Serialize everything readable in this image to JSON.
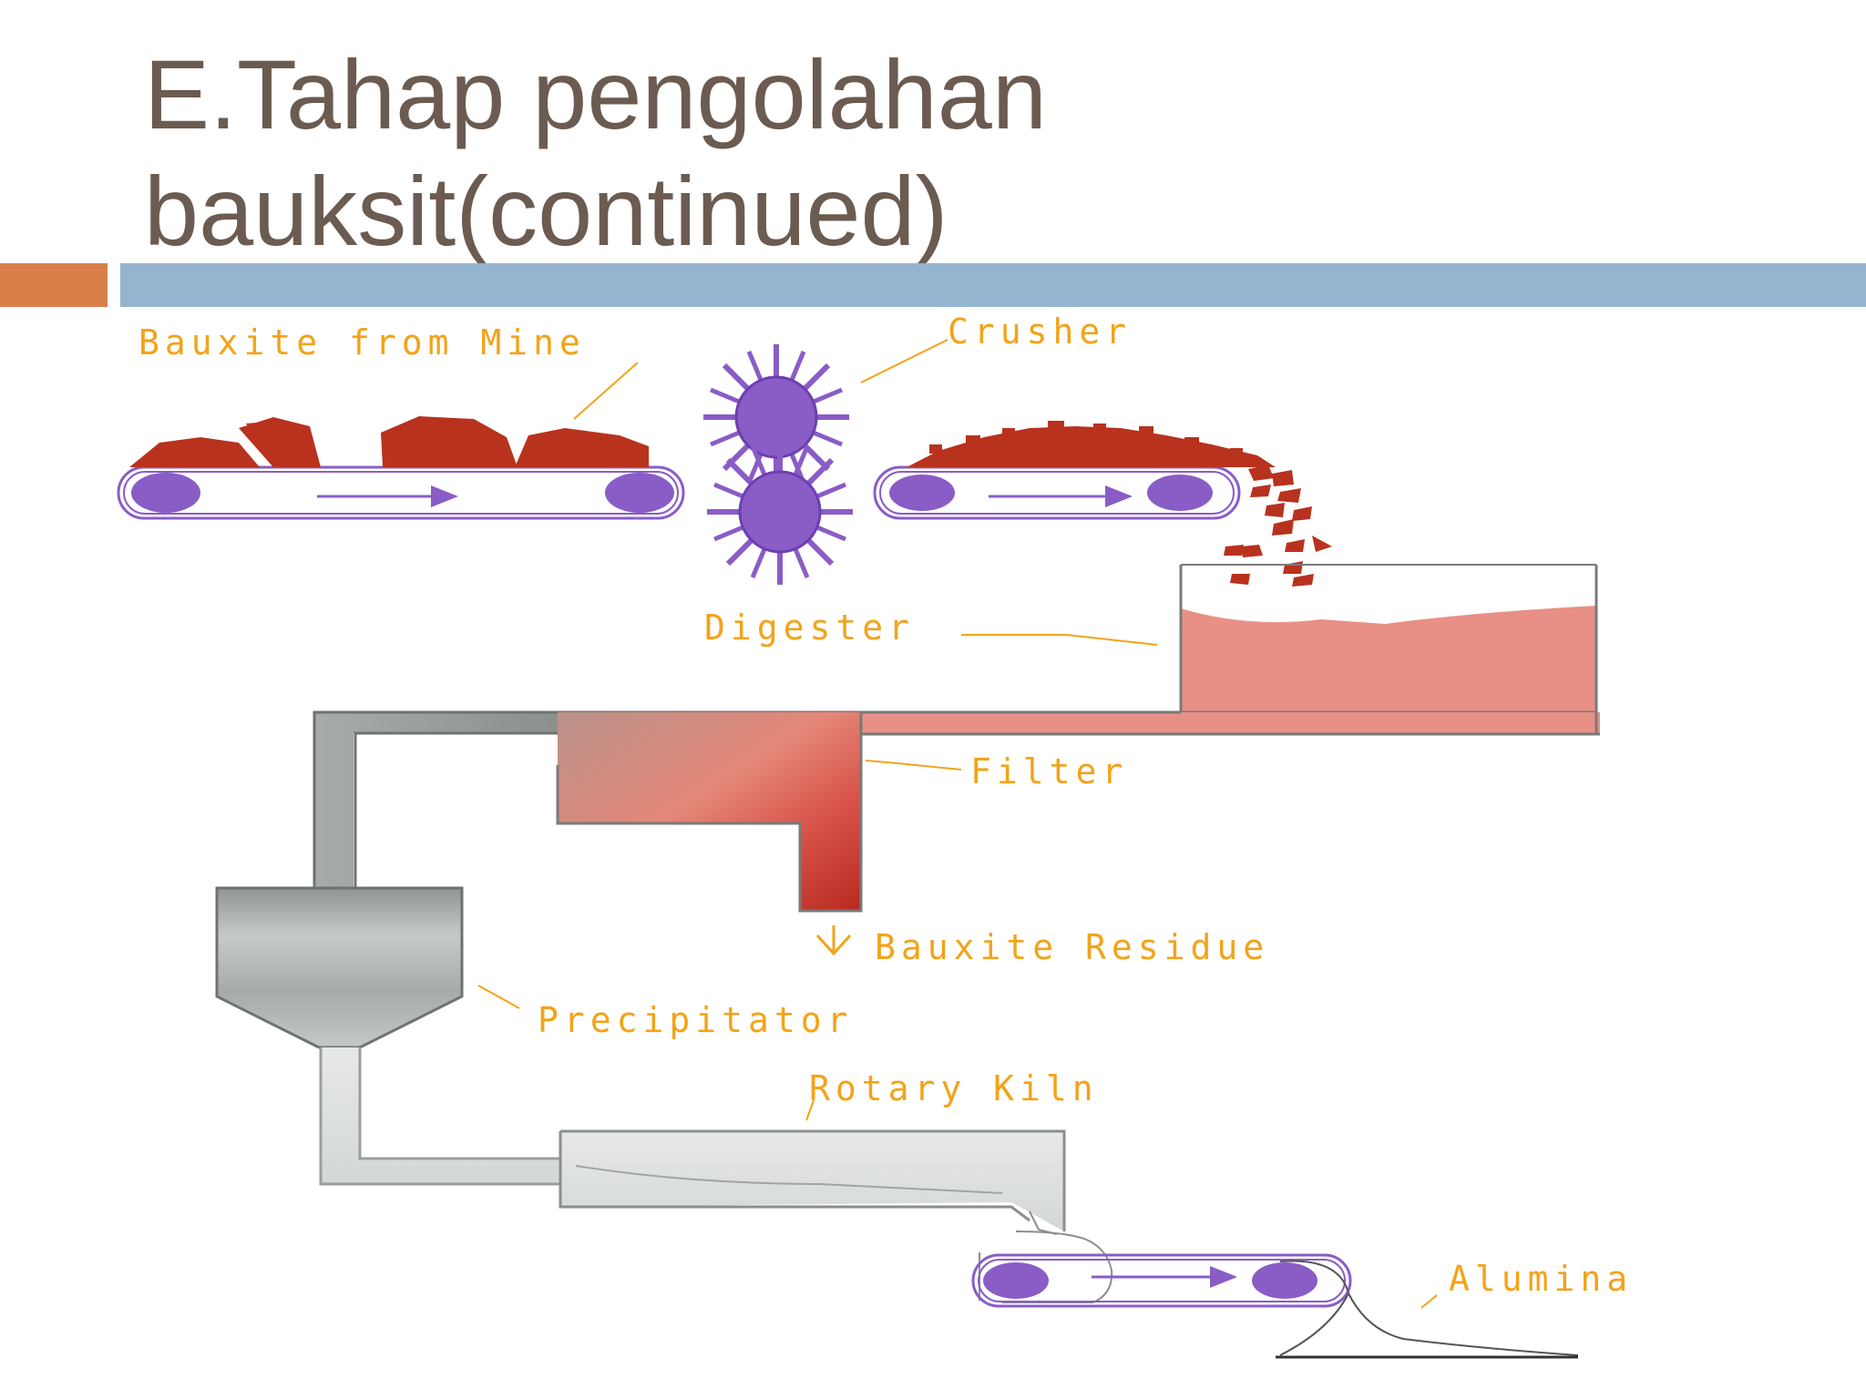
{
  "slide": {
    "title_line1": "E.Tahap pengolahan",
    "title_line2": "bauksit(continued)"
  },
  "diagram": {
    "labels": {
      "bauxite_from_mine": "Bauxite from Mine",
      "crusher": "Crusher",
      "digester": "Digester",
      "filter": "Filter",
      "bauxite_residue": "Bauxite Residue",
      "precipitator": "Precipitator",
      "rotary_kiln": "Rotary Kiln",
      "alumina": "Alumina"
    },
    "colors": {
      "label": "#f3a319",
      "ore": "#b8321e",
      "roller": "#8a5cc6",
      "digester_liquid": "#e89086",
      "pipe_gray": "#8e9490",
      "title_text": "#6b5b50",
      "accent_orange": "#d97f4a",
      "accent_blue": "#94b4cf"
    }
  }
}
